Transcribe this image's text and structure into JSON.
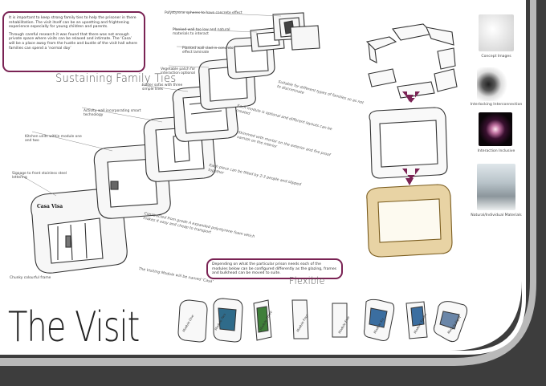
{
  "intro": {
    "para1": "It is important to keep strong family ties to help the prisoner in there rehabilitation. The visit itself can be an upsetting and frightening experience especially for young children and parents.",
    "para2": "Through careful research it was found that there was not enough private space where visits can be relaxed and intimate. The ‘Casa’ will be a place away from the hustle and bustle of the visit hall where families can spend a ‘normal day’"
  },
  "sustaining_title": "Sustaining Family Ties",
  "exploded_notes": {
    "n1": "Polystyrene spheres to have concrete effect",
    "n2": "Planked wall too low and natural materials to interact",
    "n3": "Planked wall clad in concrete effect laminate",
    "n4": "Vegetable patch for interaction optional",
    "n5": "Folder sofas with three simple lines",
    "n6": "Activity wall incorporating smart technology",
    "n7": "Kitchen units within module one and two",
    "n8": "Signage to front stainless steel lettering",
    "n9": "Chunky colourful frame"
  },
  "diag_notes": {
    "d1": "Suitable for different types of families so as not to discriminate",
    "d2": "Each module is optional and different layouts can be created",
    "d3": "Skimmed with mortar on the exterior and fire proof varnish on the interior",
    "d4": "Each piece can be fitted by 2-3 people and slipped together",
    "d5": "Constructed from grade A expanded polystyrene foam which makes it easy and cheap to transport",
    "d6": "The Visiting Module will be named ‘Casa’"
  },
  "casa_sign": "Casa Visa",
  "flexible_note": "Depending on what the particular prison needs each of the modules below can be configured differently as the glazing, frames and bulkhead can be moved to suite.",
  "flexible_title": "Flexible",
  "big_title": "The Visit",
  "panel_captions": [
    "Concept Images",
    "Interlocking Interconnection",
    "Interaction Inclusive",
    "Natural/Individual Materials"
  ],
  "modules": [
    "Module One",
    "Module Two",
    "Module Three",
    "Module Four",
    "Module Five",
    "Module Six",
    "Module Seven",
    "Module Eight"
  ],
  "colors": {
    "accent": "#7a2354",
    "frame": "#3d3d3d",
    "bar": "#bdbdbd"
  }
}
